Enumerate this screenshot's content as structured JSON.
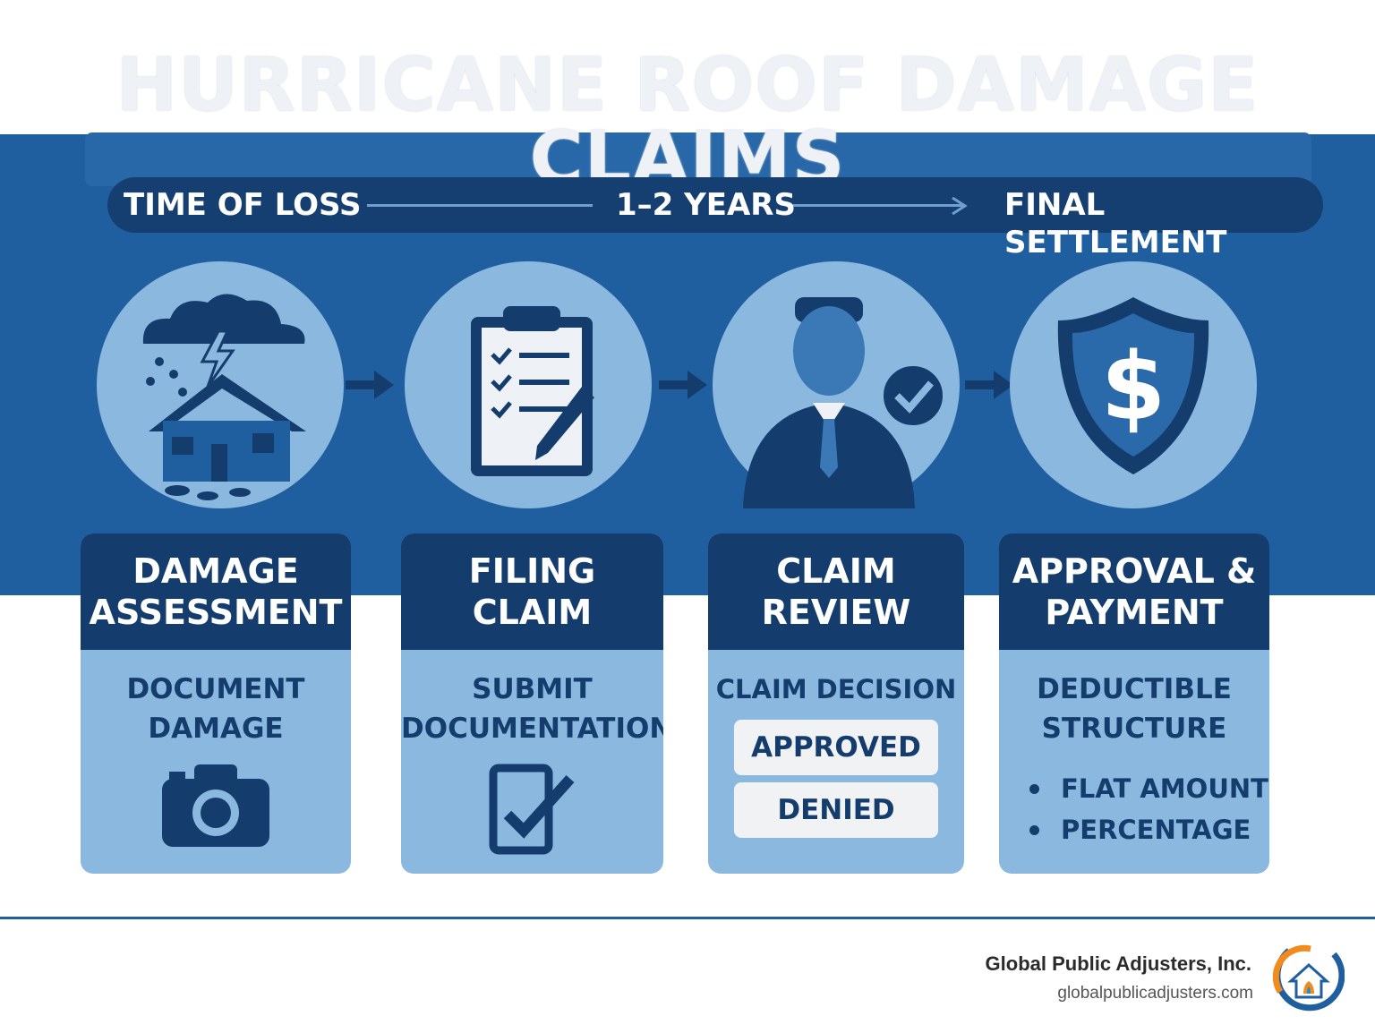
{
  "title": "HURRICANE ROOF DAMAGE CLAIMS",
  "timeline": {
    "start": "TIME OF LOSS",
    "middle": "1–2 YEARS",
    "end": "FINAL SETTLEMENT"
  },
  "steps": [
    {
      "title_line1": "DAMAGE",
      "title_line2": "ASSESSMENT",
      "sub_line1": "DOCUMENT",
      "sub_line2": "DAMAGE",
      "icon": "storm-house-icon",
      "bottom_icon": "camera-icon"
    },
    {
      "title_line1": "FILING",
      "title_line2": "CLAIM",
      "sub_line1": "SUBMIT",
      "sub_line2": "DOCUMENTATION",
      "icon": "clipboard-checklist-icon",
      "bottom_icon": "checkbox-icon"
    },
    {
      "title_line1": "CLAIM",
      "title_line2": "REVIEW",
      "sub_line1": "CLAIM DECISION",
      "options": [
        "APPROVED",
        "DENIED"
      ],
      "icon": "adjuster-approved-icon"
    },
    {
      "title_line1": "APPROVAL &",
      "title_line2": "PAYMENT",
      "sub_line1": "DEDUCTIBLE",
      "sub_line2": "STRUCTURE",
      "bullets": [
        "FLAT AMOUNT",
        "PERCENTAGE"
      ],
      "icon": "shield-dollar-icon"
    }
  ],
  "footer": {
    "company": "Global Public Adjusters, Inc.",
    "url": "globalpublicadjusters.com"
  },
  "colors": {
    "band": "#1f5f9f",
    "dark": "#143d6e",
    "light": "#8ab8df",
    "title": "#eef1f6"
  }
}
